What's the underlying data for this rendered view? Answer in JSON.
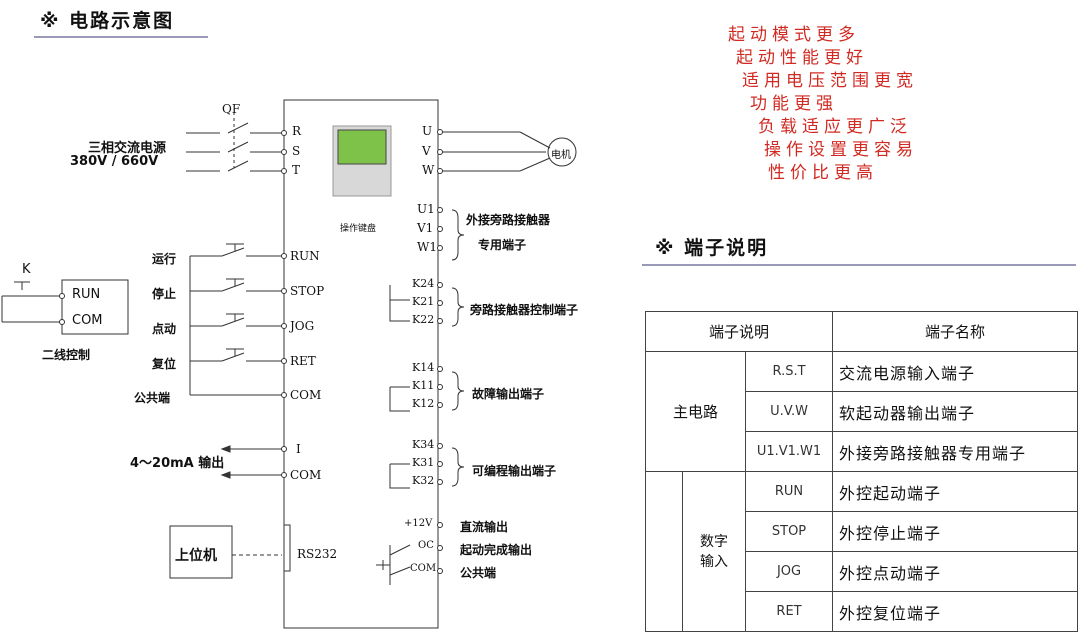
{
  "circuit": {
    "section_mark": "※",
    "section_title": "电路示意图",
    "qf_label": "QF",
    "power_source_line1": "三相交流电源",
    "power_source_line2": "380V / 660V",
    "input_terminals": [
      "R",
      "S",
      "T"
    ],
    "output_terminals": [
      "U",
      "V",
      "W"
    ],
    "motor_label": "电机",
    "keypad_label": "操作键盘",
    "bypass_terminals": [
      "U1",
      "V1",
      "W1"
    ],
    "bypass_desc_line1": "外接旁路接触器",
    "bypass_desc_line2": "专用端子",
    "control_inputs": [
      {
        "label": "运行",
        "terminal": "RUN"
      },
      {
        "label": "停止",
        "terminal": "STOP"
      },
      {
        "label": "点动",
        "terminal": "JOG"
      },
      {
        "label": "复位",
        "terminal": "RET"
      }
    ],
    "common_label": "公共端",
    "common_terminal": "COM",
    "two_wire": {
      "switch_label": "K",
      "run": "RUN",
      "com": "COM",
      "caption": "二线控制"
    },
    "analog_output_label": "4～20mA  输出",
    "analog_terminals": [
      "I",
      "COM"
    ],
    "host_label": "上位机",
    "rs232_label": "RS232",
    "relay_groups": [
      {
        "terminals": [
          "K24",
          "K21",
          "K22"
        ],
        "desc": "旁路接触器控制端子"
      },
      {
        "terminals": [
          "K14",
          "K11",
          "K12"
        ],
        "desc": "故障输出端子"
      },
      {
        "terminals": [
          "K34",
          "K31",
          "K32"
        ],
        "desc": "可编程输出端子"
      }
    ],
    "dc_terminals": [
      "+12V",
      "OC",
      "COM"
    ],
    "dc_labels": [
      "直流输出",
      "起动完成输出",
      "公共端"
    ]
  },
  "features": [
    "起动模式更多",
    "起动性能更好",
    "适用电压范围更宽",
    "功能更强",
    "负载适应更广泛",
    "操作设置更容易",
    "性价比更高"
  ],
  "terminal_section": {
    "mark": "※",
    "title": "端子说明"
  },
  "table": {
    "header": [
      "端子说明",
      "端子名称"
    ],
    "main_circuit": "主电路",
    "digital_input": [
      "数字",
      "输入"
    ],
    "rows": [
      {
        "code": "R.S.T",
        "name": "交流电源输入端子"
      },
      {
        "code": "U.V.W",
        "name": "软起动器输出端子"
      },
      {
        "code": "U1.V1.W1",
        "name": "外接旁路接触器专用端子"
      },
      {
        "code": "RUN",
        "name": "外控起动端子"
      },
      {
        "code": "STOP",
        "name": "外控停止端子"
      },
      {
        "code": "JOG",
        "name": "外控点动端子"
      },
      {
        "code": "RET",
        "name": "外控复位端子"
      }
    ]
  },
  "colors": {
    "accent_red": "#d12a22",
    "rule": "#9a9ab8",
    "panel_green": "#7fc24a"
  }
}
